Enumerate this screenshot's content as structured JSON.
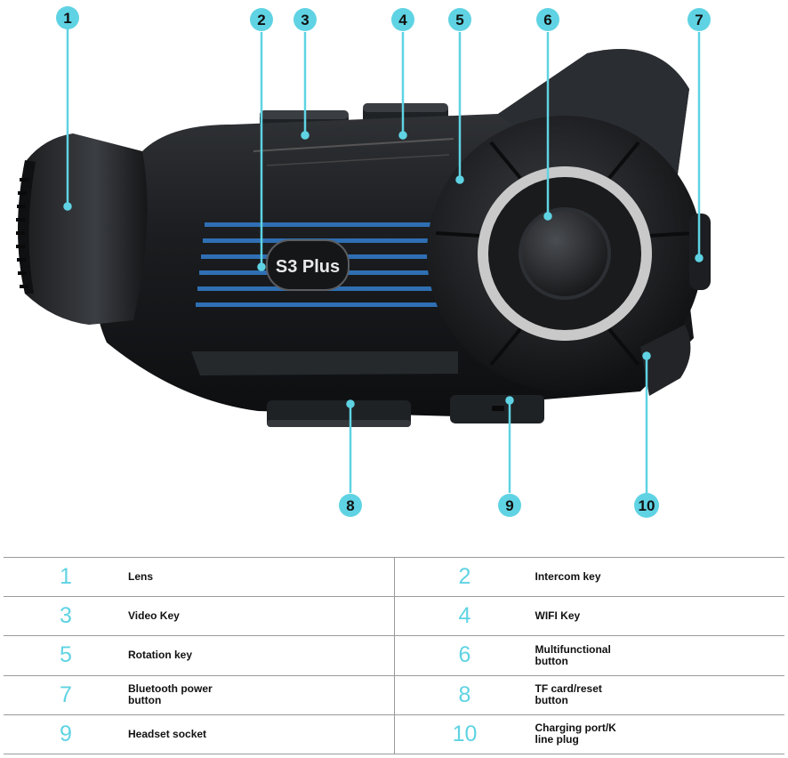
{
  "product_label": "S3 Plus",
  "colors": {
    "callout": "#5fd3e3",
    "callout_line": "#5fd3e3",
    "body_dark": "#1e2124",
    "stripe_blue": "#2f6fb3",
    "ring": "#d9d9d9",
    "table_border": "#9a9a9a"
  },
  "callouts": [
    {
      "n": "1"
    },
    {
      "n": "2"
    },
    {
      "n": "3"
    },
    {
      "n": "4"
    },
    {
      "n": "5"
    },
    {
      "n": "6"
    },
    {
      "n": "7"
    },
    {
      "n": "8"
    },
    {
      "n": "9"
    },
    {
      "n": "10"
    }
  ],
  "legend": [
    [
      {
        "n": "1",
        "label": "Lens"
      },
      {
        "n": "2",
        "label": "Intercom key"
      }
    ],
    [
      {
        "n": "3",
        "label": "Video Key"
      },
      {
        "n": "4",
        "label": "WIFI Key"
      }
    ],
    [
      {
        "n": "5",
        "label": "Rotation key"
      },
      {
        "n": "6",
        "label": "Multifunctional button"
      }
    ],
    [
      {
        "n": "7",
        "label": "Bluetooth power button"
      },
      {
        "n": "8",
        "label": "TF card/reset button"
      }
    ],
    [
      {
        "n": "9",
        "label": "Headset socket"
      },
      {
        "n": "10",
        "label": "Charging port/K line plug"
      }
    ]
  ]
}
